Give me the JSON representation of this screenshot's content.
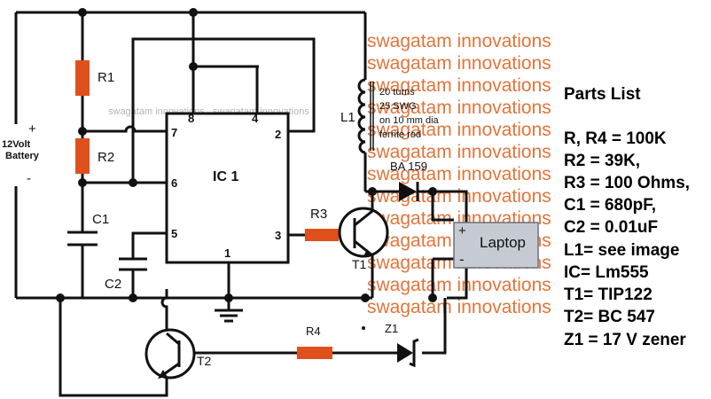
{
  "watermark": {
    "orange": "swagatam innovations",
    "grey": "swagatam innovations"
  },
  "battery": {
    "plus": "+",
    "voltage": "12Volt",
    "name": "Battery",
    "minus": "-"
  },
  "components": {
    "r1": "R1",
    "r2": "R2",
    "r3": "R3",
    "r4": "R4",
    "c1": "C1",
    "c2": "C2",
    "l1": "L1",
    "t1": "T1",
    "t2": "T2",
    "z1": "Z1",
    "diode": "BA 159",
    "ic": "IC 1"
  },
  "ic_pins": {
    "p8": "8",
    "p4": "4",
    "p7": "7",
    "p2": "2",
    "p6": "6",
    "p5": "5",
    "p3": "3",
    "p1": "1"
  },
  "coil_note": [
    "20 turns",
    "25 SWG",
    "on 10 mm dia",
    "ferrite rod"
  ],
  "laptop": {
    "label": "Laptop",
    "plus": "+",
    "minus": "-"
  },
  "parts_list": {
    "title": "Parts List",
    "items": [
      "R, R4 = 100K",
      "R2 = 39K,",
      "R3 = 100 Ohms,",
      "C1 = 680pF,",
      "C2 = 0.01uF",
      "L1= see image",
      "IC= Lm555",
      "T1= TIP122",
      "T2= BC 547",
      "Z1 = 17 V zener"
    ]
  },
  "colors": {
    "resistor": "#e0501c",
    "watermark": "#e2743a",
    "laptop_fill": "#c6cbd3",
    "wire": "#111111"
  }
}
